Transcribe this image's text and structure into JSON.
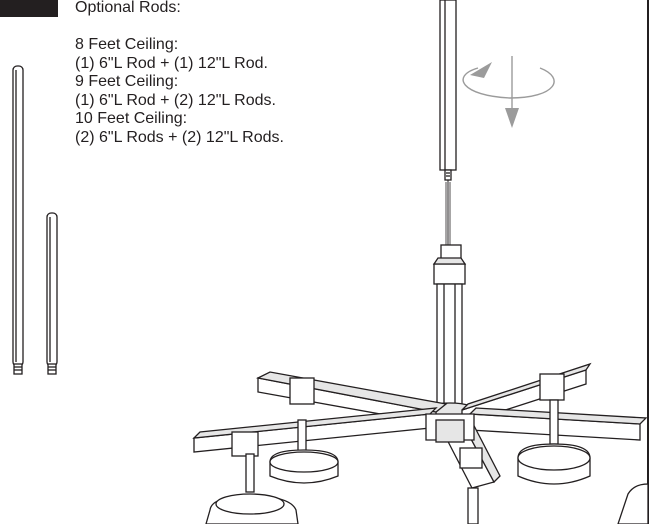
{
  "optional_rods": {
    "heading": "Optional Rods:",
    "configs": [
      {
        "ceiling": "8 Feet Ceiling:",
        "rods": "(1) 6\"L Rod + (1) 12\"L Rod."
      },
      {
        "ceiling": "9 Feet Ceiling:",
        "rods": "(1) 6\"L Rod + (2) 12\"L Rods."
      },
      {
        "ceiling": "10 Feet Ceiling:",
        "rods": "(2) 6\"L Rods + (2) 12\"L Rods."
      }
    ]
  },
  "colors": {
    "ink": "#231f20",
    "part_fill": "#ffffff",
    "shade": "#e6e6e6",
    "arrow": "#9b9b9b"
  },
  "icons": [
    "rotate-arrow-icon",
    "down-arrow-icon"
  ]
}
